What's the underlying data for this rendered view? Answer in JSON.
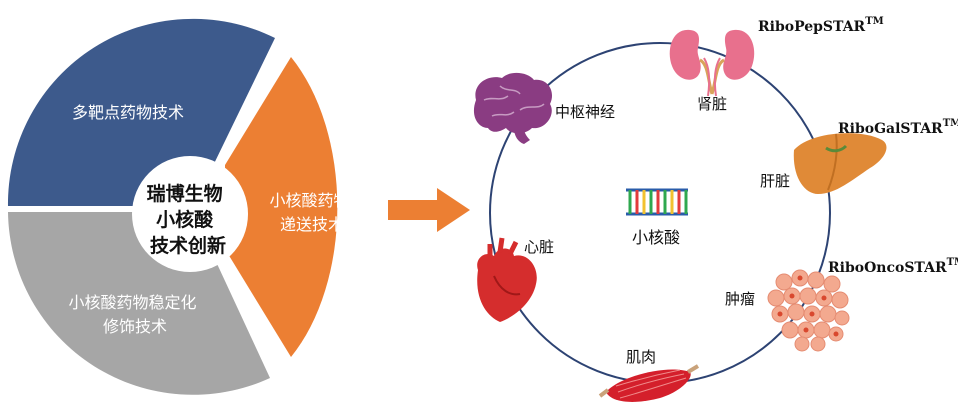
{
  "left_panel": {
    "segments": [
      {
        "label_lines": [
          "多靶点药物技术"
        ],
        "color": "#3d5a8c"
      },
      {
        "label_lines": [
          "小核酸药物",
          "递送技术"
        ],
        "color": "#ec7f33"
      },
      {
        "label_lines": [
          "小核酸药物稳定化",
          "修饰技术"
        ],
        "color": "#a6a6a6"
      }
    ],
    "center_lines": [
      "瑞博生物",
      "小核酸",
      "技术创新"
    ]
  },
  "arrow": {
    "color": "#ec7f33"
  },
  "right_panel": {
    "ring_color": "#2d4373",
    "center_label": "小核酸",
    "organs": {
      "kidney": {
        "label": "肾脏",
        "icon": "kidney-icon",
        "color": "#e8708d"
      },
      "cns": {
        "label": "中枢神经",
        "icon": "brain-icon",
        "color": "#8a3c82"
      },
      "liver": {
        "label": "肝脏",
        "icon": "liver-icon",
        "color": "#e08a37"
      },
      "heart": {
        "label": "心脏",
        "icon": "heart-icon",
        "color": "#d52d2d"
      },
      "tumor": {
        "label": "肿瘤",
        "icon": "tumor-cells-icon",
        "color": "#f3a98f"
      },
      "muscle": {
        "label": "肌肉",
        "icon": "muscle-icon",
        "color": "#d41f2b"
      }
    },
    "platforms": {
      "pep": {
        "name": "RiboPepSTAR",
        "tm": "TM"
      },
      "gal": {
        "name": "RiboGalSTAR",
        "tm": "TM"
      },
      "onco": {
        "name": "RiboOncoSTAR",
        "tm": "TM"
      }
    }
  }
}
